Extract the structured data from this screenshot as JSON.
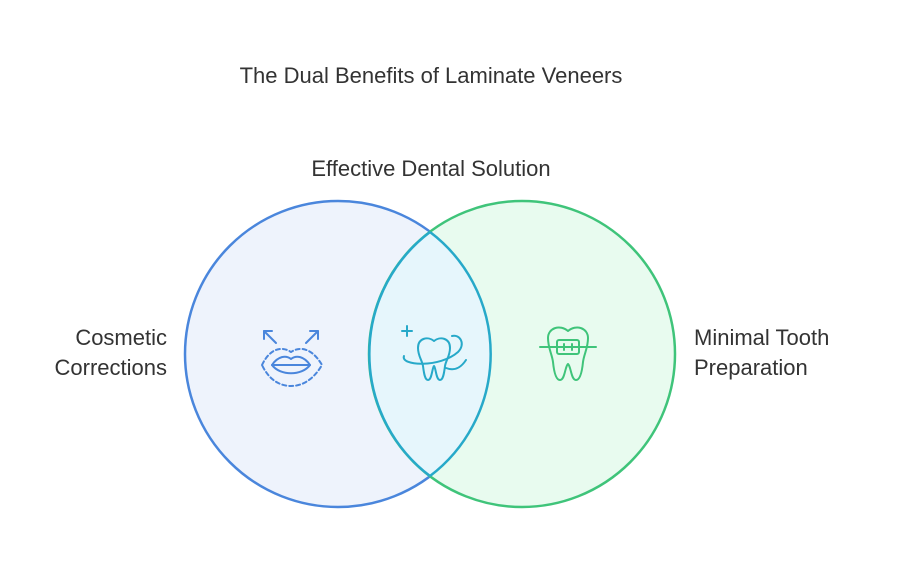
{
  "title": "The Dual Benefits of Laminate Veneers",
  "overlap_label": "Effective Dental Solution",
  "sets": [
    {
      "name_lines": [
        "Cosmetic",
        "Corrections"
      ],
      "icon": "lips-icon",
      "fill": "#eef3fc",
      "stroke": "#4a86dc"
    },
    {
      "name_lines": [
        "Minimal Tooth",
        "Preparation"
      ],
      "icon": "tooth-braces-icon",
      "fill": "#e8fbef",
      "stroke": "#3fc47a"
    }
  ],
  "overlap": {
    "icon": "clean-tooth-icon",
    "fill": "#e6f6fc",
    "stroke": "#27a9c9"
  }
}
